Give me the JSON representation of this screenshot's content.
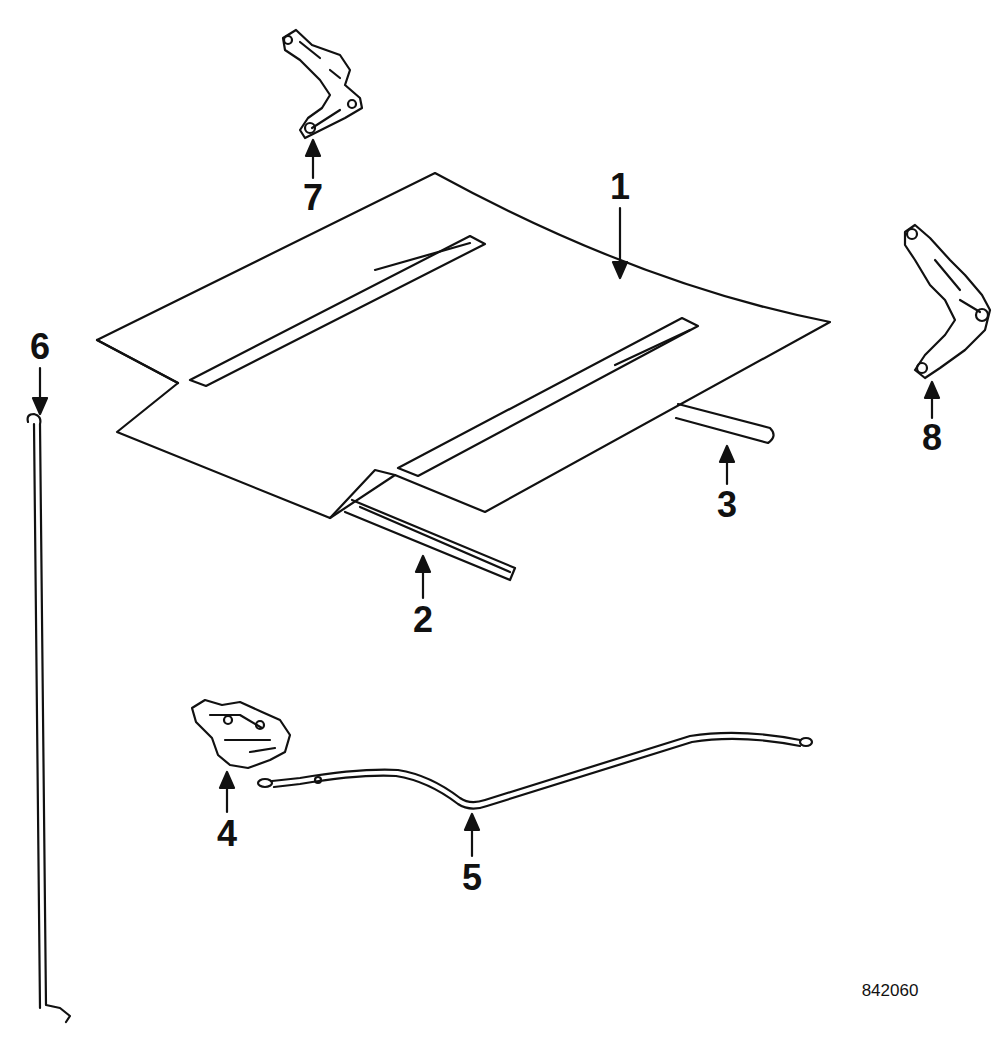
{
  "diagram": {
    "labels": [
      "1",
      "2",
      "3",
      "4",
      "5",
      "6",
      "7",
      "8",
      "842060"
    ]
  }
}
